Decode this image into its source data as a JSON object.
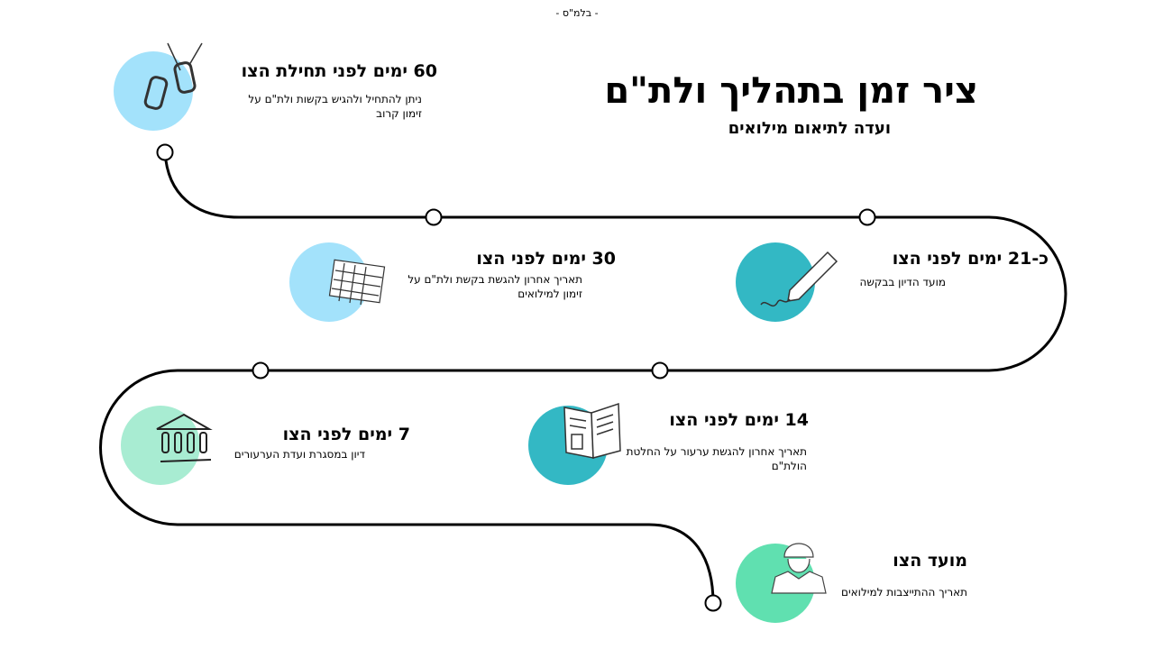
{
  "classification": "- בלמ\"ס -",
  "title": "ציר זמן בתהליך ולת\"ם",
  "subtitle": "ועדה לתיאום מילואים",
  "colors": {
    "light_blue": "#a3e2fb",
    "teal": "#33b8c4",
    "mint": "#a8ecd2",
    "green": "#60e0b0",
    "line": "#000000"
  },
  "milestones": [
    {
      "heading": "60 ימים לפני תחילת הצו",
      "desc": "ניתן להתחיל ולהגיש בקשות ולת\"ם על זימון קרוב",
      "icon": "dog-tags-icon"
    },
    {
      "heading": "30 ימים לפני הצו",
      "desc": "תאריך אחרון להגשת בקשת ולת\"ם על זימון למילואים",
      "icon": "calendar-icon"
    },
    {
      "heading": "כ-21  ימים לפני הצו",
      "desc": "מועד הדיון בבקשה",
      "icon": "pencil-icon"
    },
    {
      "heading": "14 ימים לפני הצו",
      "desc": "תאריך אחרון להגשת ערעור על החלטת הולת\"ם",
      "icon": "book-icon"
    },
    {
      "heading": "7 ימים לפני הצו",
      "desc": "דיון במסגרת ועדת הערעורים",
      "icon": "court-building-icon"
    },
    {
      "heading": "מועד הצו",
      "desc": "תאריך ההתייצבות למילואים",
      "icon": "soldier-icon"
    }
  ]
}
